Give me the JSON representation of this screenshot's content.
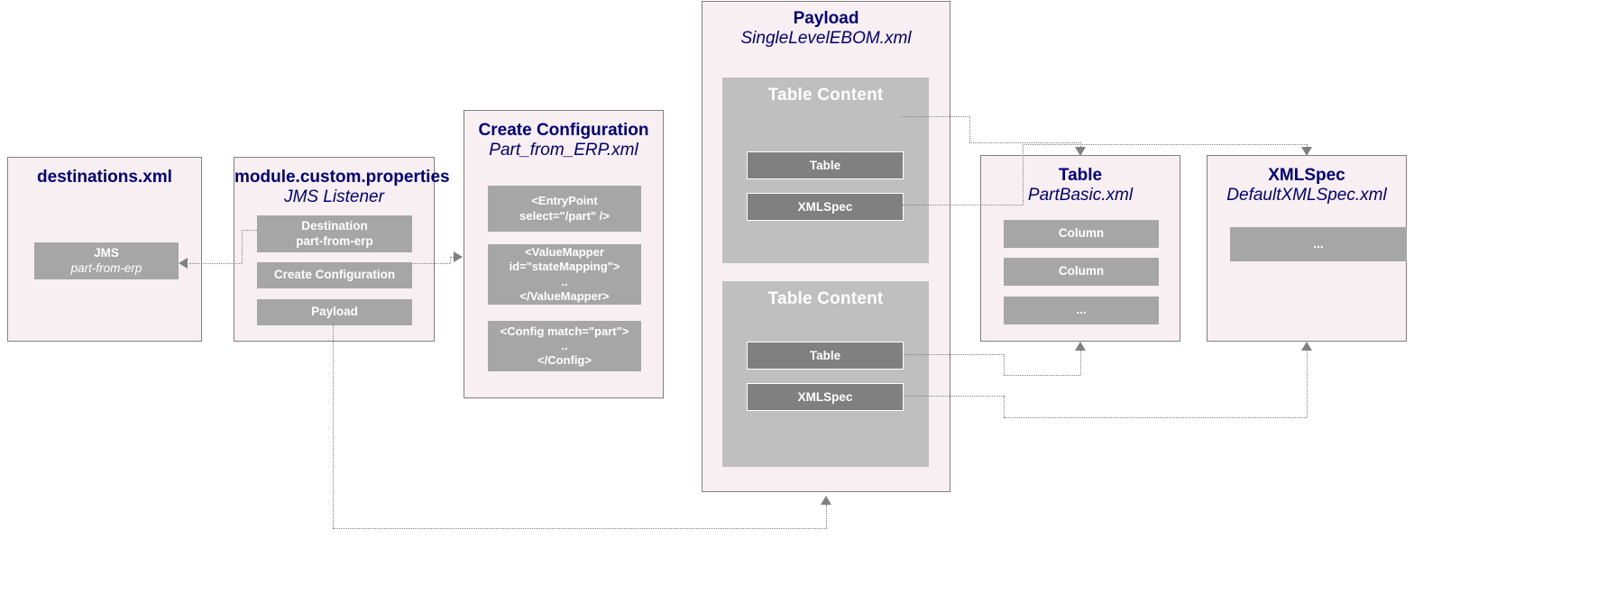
{
  "diagram": {
    "title": "SAP Integration Payload Configuration Diagram",
    "accent_text_color": "#00007a",
    "box_fill": "#f7eff2",
    "chip_fill": "#a6a6a6",
    "panel_fill": "#bfbfbf",
    "dark_chip_fill": "#808080"
  },
  "destinations": {
    "title": "destinations.xml",
    "jms": {
      "line1": "JMS",
      "line2": "part-from-erp"
    }
  },
  "module": {
    "title": "module.custom.properties",
    "subtitle": "JMS Listener",
    "items": [
      {
        "line1": "Destination",
        "line2": "part-from-erp"
      },
      {
        "line1": "Create Configuration"
      },
      {
        "line1": "Payload"
      }
    ]
  },
  "create_configuration": {
    "title": "Create Configuration",
    "subtitle": "Part_from_ERP.xml",
    "snippets": [
      "<EntryPoint select=\"/part\" />",
      "<ValueMapper id=\"stateMapping\">\n..\n</ValueMapper>",
      "<Config match=\"part\">\n..\n</Config>"
    ]
  },
  "payload": {
    "title": "Payload",
    "subtitle": "SingleLevelEBOM.xml",
    "table_contents": [
      {
        "title": "Table Content",
        "items": [
          "Table",
          "XMLSpec"
        ]
      },
      {
        "title": "Table Content",
        "items": [
          "Table",
          "XMLSpec"
        ]
      }
    ]
  },
  "table_box": {
    "title": "Table",
    "subtitle": "PartBasic.xml",
    "rows": [
      "Column",
      "Column",
      "..."
    ]
  },
  "xmlspec_box": {
    "title": "XMLSpec",
    "subtitle": "DefaultXMLSpec.xml",
    "rows": [
      "..."
    ]
  }
}
